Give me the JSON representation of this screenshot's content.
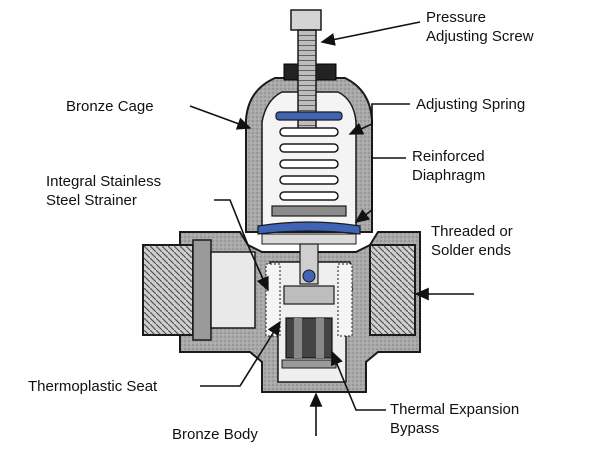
{
  "labels": {
    "pressure_screw": [
      "Pressure",
      "Adjusting Screw"
    ],
    "bronze_cage": "Bronze Cage",
    "adjusting_spring": "Adjusting Spring",
    "diaphragm": [
      "Reinforced",
      "Diaphragm"
    ],
    "strainer": [
      "Integral Stainless",
      "Steel Strainer"
    ],
    "ends": [
      "Threaded or",
      "Solder ends"
    ],
    "seat": "Thermoplastic Seat",
    "bypass": [
      "Thermal Expansion",
      "Bypass"
    ],
    "body": "Bronze Body"
  },
  "colors": {
    "line": "#1a1a1a",
    "metal": "#b9b9b9",
    "metal_dark": "#7a7a7a",
    "metal_light": "#e6e6e6",
    "diaphragm": "#3f63b5",
    "ball": "#3f63b5"
  }
}
